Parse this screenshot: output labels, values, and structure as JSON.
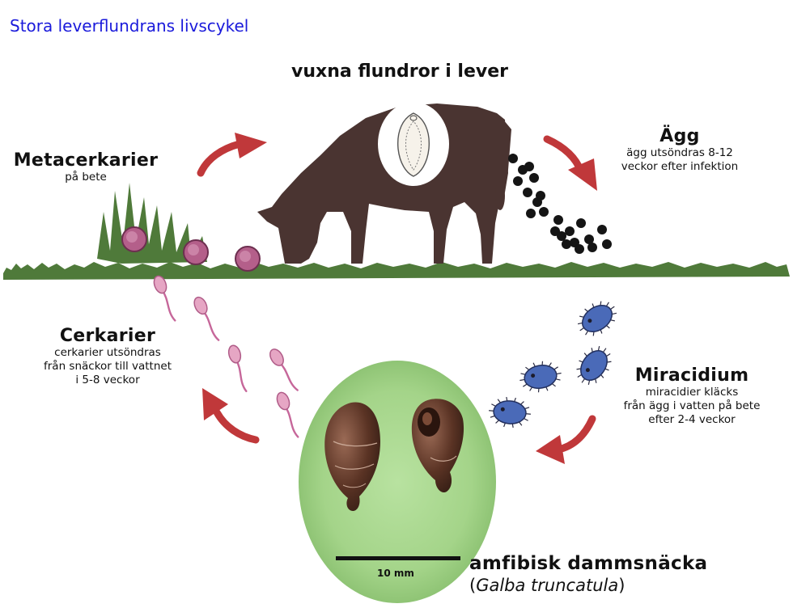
{
  "title": "Stora leverflundrans livscykel",
  "adults": {
    "label": "vuxna flundror i lever"
  },
  "eggs": {
    "label": "Ägg",
    "desc": [
      "ägg utsöndras 8-12",
      "veckor efter infektion"
    ]
  },
  "metacercariae": {
    "label": "Metacerkarier",
    "desc": [
      "på bete"
    ]
  },
  "cercariae": {
    "label": "Cerkarier",
    "desc": [
      "cerkarier utsöndras",
      "från snäckor till vattnet",
      "i 5-8 veckor"
    ]
  },
  "miracidium": {
    "label": "Miracidium",
    "desc": [
      "miracidier kläcks",
      "från ägg i vatten på bete",
      "efter 2-4 veckor"
    ]
  },
  "snail": {
    "label": "amfibisk dammsnäcka",
    "sci_prefix": "(",
    "sci_name": "Galba truncatula",
    "sci_suffix": ")",
    "scale": "10 mm"
  },
  "colors": {
    "title": "#1a1adb",
    "arrow": "#c0383a",
    "cow": "#4a3431",
    "grass": "#4f7a3a",
    "metacercaria": "#b45f8a",
    "cercaria": "#e6a6c4",
    "miracidium": "#4a6ab8",
    "egg": "#151515",
    "snail_bg": "#a9d68e"
  }
}
